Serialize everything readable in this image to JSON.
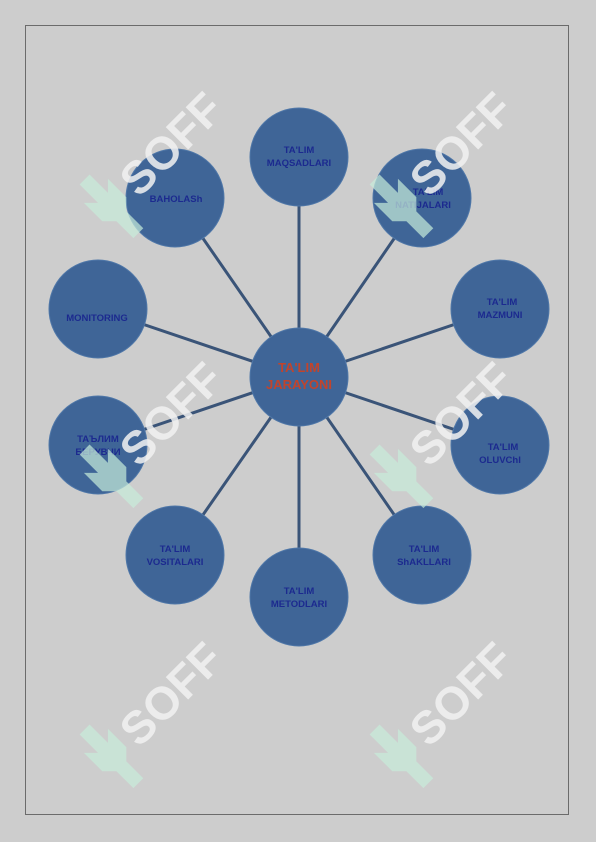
{
  "diagram": {
    "center": {
      "line1": "TA'LIM",
      "line2": "JARAYONI"
    },
    "nodes": [
      {
        "id": "maqsadlari",
        "line1": "TA'LIM",
        "line2": "MAQSADLARI"
      },
      {
        "id": "natijalari",
        "line1": "TA'LIM",
        "line2": "NATIJALARI"
      },
      {
        "id": "mazmuni",
        "line1": "TA'LIM",
        "line2": "MAZMUNI"
      },
      {
        "id": "oluvchi",
        "line1": "TA'LIM",
        "line2": "OLUVChI"
      },
      {
        "id": "shakllari",
        "line1": "TA'LIM",
        "line2": "ShAKLLARI"
      },
      {
        "id": "metodlari",
        "line1": "TA'LIM",
        "line2": "METODLARI"
      },
      {
        "id": "vositalari",
        "line1": "TA'LIM",
        "line2": "VOSITALARI"
      },
      {
        "id": "beruvchi",
        "line1": "TAЪЛИМ",
        "line2": "БЕРУВЧИ"
      },
      {
        "id": "monitoring",
        "line1": "MONITORING",
        "line2": ""
      },
      {
        "id": "baholash",
        "line1": "BAHOLASh",
        "line2": ""
      }
    ]
  },
  "watermark": {
    "text": "SOFF"
  },
  "colors": {
    "background": "#cdcdcd",
    "circle_fill": "#3f6597",
    "connector": "#3a5478",
    "node_text": "#1c2a8f",
    "center_text": "#c1442c",
    "watermark_logo": "#c8ecda"
  }
}
